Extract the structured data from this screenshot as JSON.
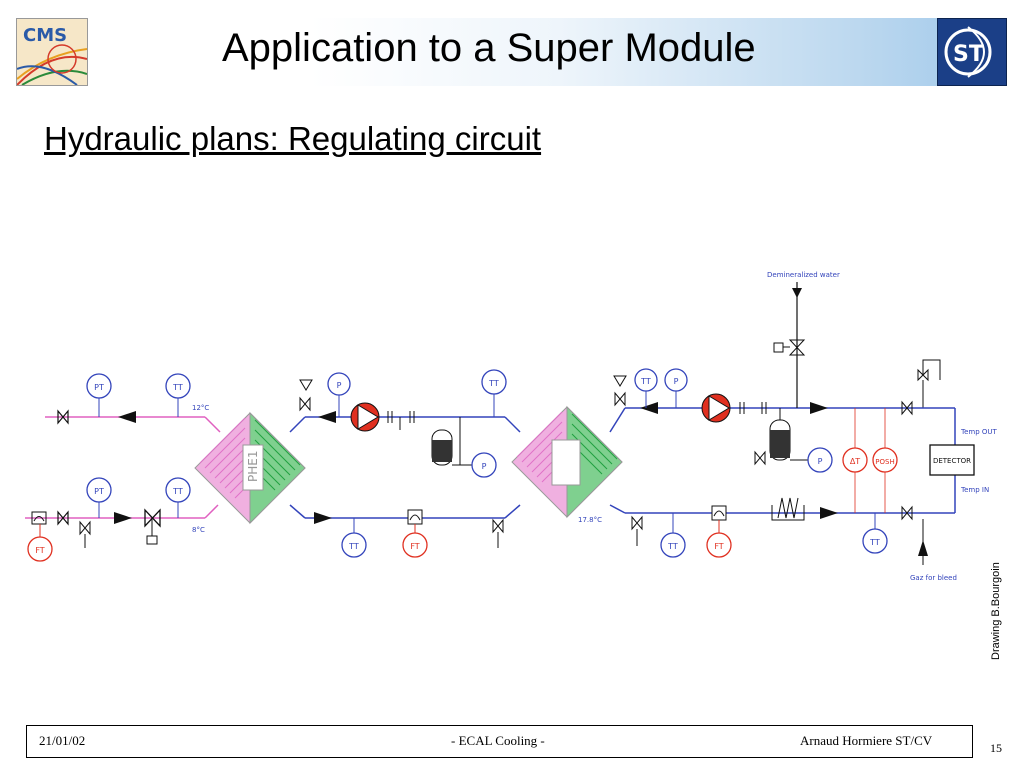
{
  "header": {
    "title": "Application to a Super Module",
    "logo_left": {
      "text": "CMS",
      "colors": [
        "#f6e7c8",
        "#2a5aa8",
        "#d43a2a",
        "#e8a020"
      ]
    },
    "logo_right": {
      "text": "ST",
      "colors": [
        "#1b3f87",
        "#ffffff"
      ]
    }
  },
  "slide": {
    "subtitle": "Hydraulic plans: Regulating circuit",
    "credit": "Drawing B.Bourgoin"
  },
  "diagram": {
    "labels": {
      "demineralized_water": "Demineralized water",
      "temp_out": "Temp OUT",
      "temp_in": "Temp IN",
      "gaz_for_bleed": "Gaz for bleed",
      "detector": "DETECTOR",
      "phe1": "PHE1",
      "t_12c": "12°C",
      "t_8c": "8°C",
      "t_178c": "17.8°C"
    },
    "instruments": {
      "pt": "PT",
      "tt": "TT",
      "p": "P",
      "ft": "FT",
      "dt": "ΔT",
      "posh": "POSH"
    },
    "colors": {
      "line_blue": "#3344bb",
      "line_pink": "#e060c0",
      "hx_pink": "#e070c8",
      "hx_green": "#20a040",
      "red": "#e03020",
      "black": "#111111"
    }
  },
  "footer": {
    "date": "21/01/02",
    "center": "-  ECAL Cooling  -",
    "author": "Arnaud Hormiere   ST/CV",
    "page": "15"
  }
}
